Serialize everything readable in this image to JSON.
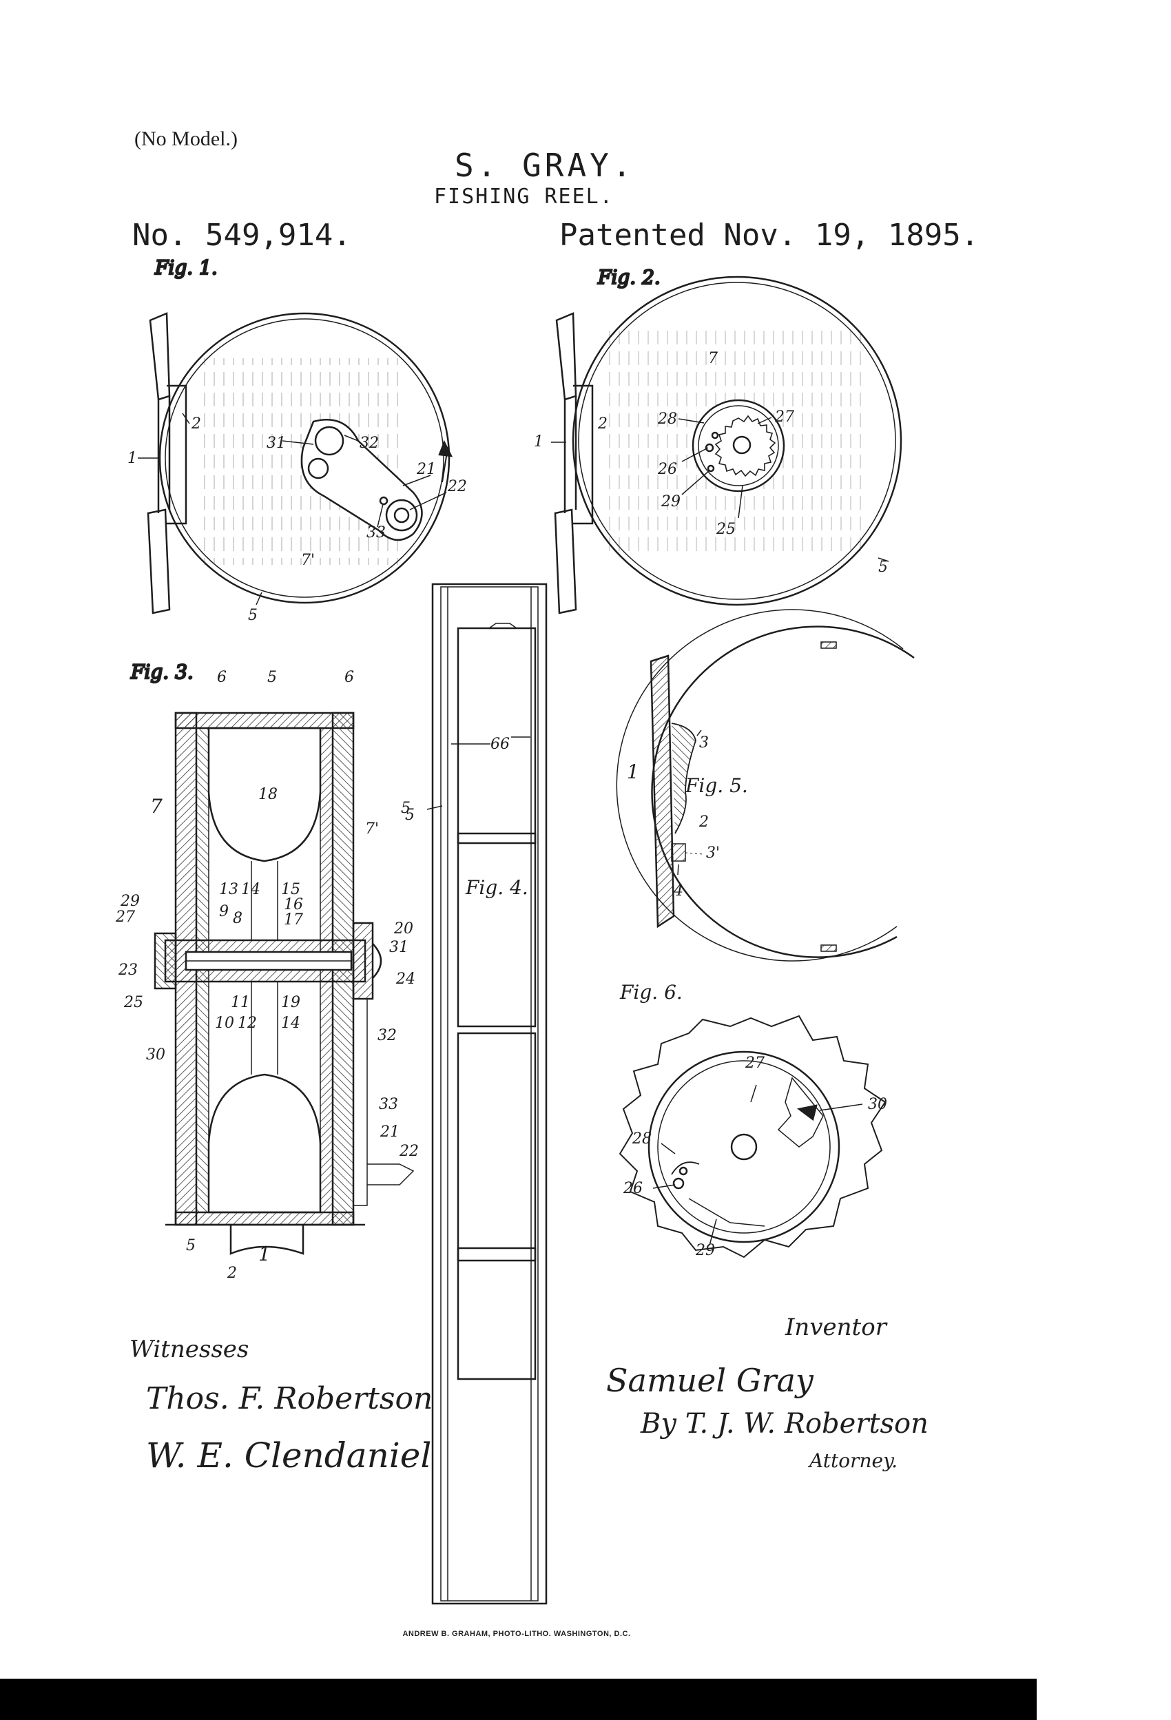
{
  "header": {
    "no_model": "(No Model.)",
    "inventor": "S. GRAY.",
    "title": "FISHING REEL.",
    "patent_number": "No. 549,914.",
    "patent_date": "Patented Nov. 19, 1895."
  },
  "figures": {
    "fig1": "Fig. 1.",
    "fig2": "Fig. 2.",
    "fig3": "Fig. 3.",
    "fig4": "Fig. 4.",
    "fig5": "Fig. 5.",
    "fig6": "Fig. 6."
  },
  "reference_numerals": {
    "fig1": [
      "1",
      "2",
      "31",
      "32",
      "21",
      "22",
      "33",
      "7'",
      "5"
    ],
    "fig2": [
      "7",
      "1",
      "2",
      "28",
      "27",
      "26",
      "29",
      "25",
      "5"
    ],
    "fig3": [
      "6",
      "5",
      "6",
      "7",
      "18",
      "7'",
      "5",
      "29",
      "27",
      "13",
      "14",
      "15",
      "16",
      "17",
      "9",
      "8",
      "20",
      "31",
      "23",
      "24",
      "25",
      "11",
      "10",
      "12",
      "19",
      "14",
      "32",
      "30",
      "33",
      "21",
      "22",
      "5",
      "1",
      "2"
    ],
    "fig4": [
      "6",
      "6",
      "5"
    ],
    "fig5": [
      "3",
      "1",
      "2",
      "3'",
      "4"
    ],
    "fig6": [
      "27",
      "30",
      "28",
      "26",
      "29"
    ]
  },
  "signatures": {
    "witnesses_label": "Witnesses",
    "witness_1": "Thos. F. Robertson",
    "witness_2": "W. E. Clendaniel",
    "inventor_label": "Inventor",
    "inventor_signature": "Samuel Gray",
    "attorney_signature": "By T. J. W. Robertson",
    "attorney_label": "Attorney."
  },
  "footer": {
    "printer": "ANDREW B. GRAHAM, PHOTO-LITHO. WASHINGTON, D.C."
  }
}
